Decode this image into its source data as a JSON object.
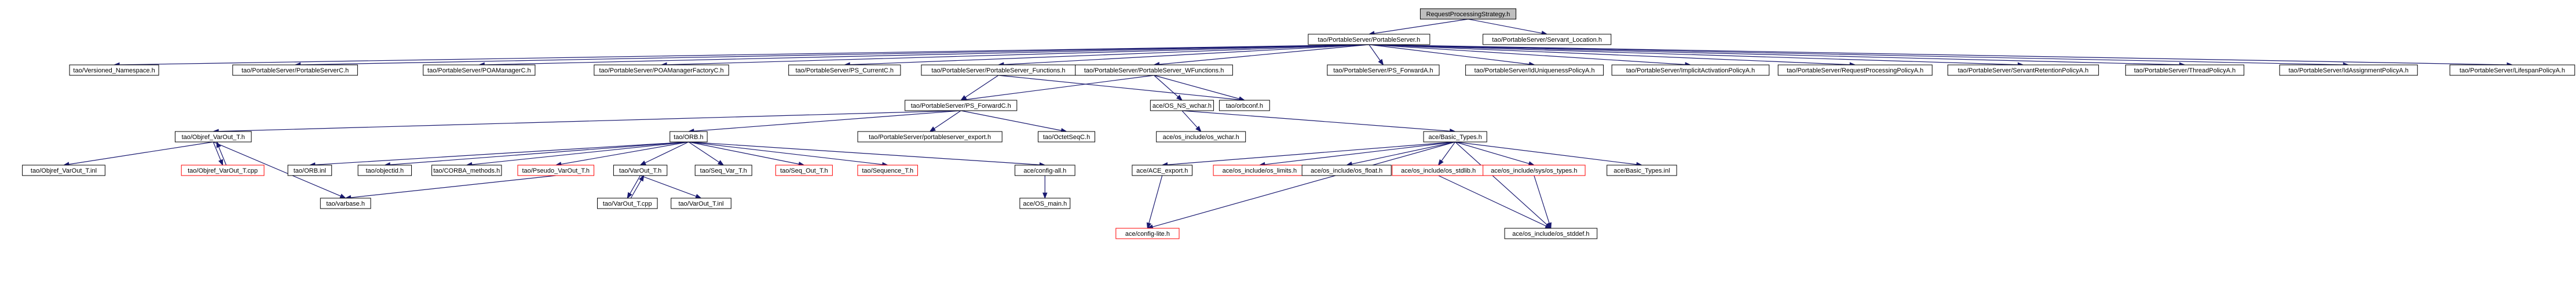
{
  "diagram": {
    "type": "include-dependency-graph",
    "colors": {
      "edge": "#191970",
      "root_fill": "#bfbfbf",
      "node_fill": "#ffffff",
      "node_border": "#000000",
      "missing_border": "#ff0000"
    },
    "nodes": [
      {
        "id": "rps",
        "label": "RequestProcessingStrategy.h",
        "kind": "root"
      },
      {
        "id": "ps",
        "label": "tao/PortableServer/PortableServer.h",
        "kind": "normal"
      },
      {
        "id": "sloc",
        "label": "tao/PortableServer/Servant_Location.h",
        "kind": "normal"
      },
      {
        "id": "vns",
        "label": "tao/Versioned_Namespace.h",
        "kind": "normal"
      },
      {
        "id": "psc",
        "label": "tao/PortableServer/PortableServerC.h",
        "kind": "normal"
      },
      {
        "id": "poam",
        "label": "tao/PortableServer/POAManagerC.h",
        "kind": "normal"
      },
      {
        "id": "poamf",
        "label": "tao/PortableServer/POAManagerFactoryC.h",
        "kind": "normal"
      },
      {
        "id": "pscur",
        "label": "tao/PortableServer/PS_CurrentC.h",
        "kind": "normal"
      },
      {
        "id": "psfun",
        "label": "tao/PortableServer/PortableServer_Functions.h",
        "kind": "normal"
      },
      {
        "id": "pswfun",
        "label": "tao/PortableServer/PortableServer_WFunctions.h",
        "kind": "normal"
      },
      {
        "id": "psfwdA",
        "label": "tao/PortableServer/PS_ForwardA.h",
        "kind": "normal"
      },
      {
        "id": "iduniq",
        "label": "tao/PortableServer/IdUniquenessPolicyA.h",
        "kind": "normal"
      },
      {
        "id": "implact",
        "label": "tao/PortableServer/ImplicitActivationPolicyA.h",
        "kind": "normal"
      },
      {
        "id": "reqproc",
        "label": "tao/PortableServer/RequestProcessingPolicyA.h",
        "kind": "normal"
      },
      {
        "id": "servret",
        "label": "tao/PortableServer/ServantRetentionPolicyA.h",
        "kind": "normal"
      },
      {
        "id": "thread",
        "label": "tao/PortableServer/ThreadPolicyA.h",
        "kind": "normal"
      },
      {
        "id": "idassign",
        "label": "tao/PortableServer/IdAssignmentPolicyA.h",
        "kind": "normal"
      },
      {
        "id": "lifespan",
        "label": "tao/PortableServer/LifespanPolicyA.h",
        "kind": "normal"
      },
      {
        "id": "psfwdC",
        "label": "tao/PortableServer/PS_ForwardC.h",
        "kind": "normal"
      },
      {
        "id": "acens",
        "label": "ace/OS_NS_wchar.h",
        "kind": "normal"
      },
      {
        "id": "orbconf",
        "label": "tao/orbconf.h",
        "kind": "normal"
      },
      {
        "id": "objvar",
        "label": "tao/Objref_VarOut_T.h",
        "kind": "normal"
      },
      {
        "id": "orb",
        "label": "tao/ORB.h",
        "kind": "normal"
      },
      {
        "id": "psexport",
        "label": "tao/PortableServer/portableserver_export.h",
        "kind": "normal"
      },
      {
        "id": "octet",
        "label": "tao/OctetSeqC.h",
        "kind": "normal"
      },
      {
        "id": "oswchar",
        "label": "ace/os_include/os_wchar.h",
        "kind": "normal"
      },
      {
        "id": "basic",
        "label": "ace/Basic_Types.h",
        "kind": "normal"
      },
      {
        "id": "objvarinl",
        "label": "tao/Objref_VarOut_T.inl",
        "kind": "normal"
      },
      {
        "id": "objvarcpp",
        "label": "tao/Objref_VarOut_T.cpp",
        "kind": "missing"
      },
      {
        "id": "orbinl",
        "label": "tao/ORB.inl",
        "kind": "normal"
      },
      {
        "id": "objid",
        "label": "tao/objectid.h",
        "kind": "normal"
      },
      {
        "id": "corbam",
        "label": "tao/CORBA_methods.h",
        "kind": "normal"
      },
      {
        "id": "pseudo",
        "label": "tao/Pseudo_VarOut_T.h",
        "kind": "missing"
      },
      {
        "id": "varout",
        "label": "tao/VarOut_T.h",
        "kind": "normal"
      },
      {
        "id": "seqvar",
        "label": "tao/Seq_Var_T.h",
        "kind": "normal"
      },
      {
        "id": "seqout",
        "label": "tao/Seq_Out_T.h",
        "kind": "missing"
      },
      {
        "id": "sequence",
        "label": "tao/Sequence_T.h",
        "kind": "missing"
      },
      {
        "id": "configall",
        "label": "ace/config-all.h",
        "kind": "normal"
      },
      {
        "id": "acexp",
        "label": "ace/ACE_export.h",
        "kind": "normal"
      },
      {
        "id": "oslimits",
        "label": "ace/os_include/os_limits.h",
        "kind": "missing"
      },
      {
        "id": "osfloat",
        "label": "ace/os_include/os_float.h",
        "kind": "normal"
      },
      {
        "id": "osstdlib",
        "label": "ace/os_include/os_stdlib.h",
        "kind": "missing"
      },
      {
        "id": "ostypes",
        "label": "ace/os_include/sys/os_types.h",
        "kind": "missing"
      },
      {
        "id": "basicinl",
        "label": "ace/Basic_Types.inl",
        "kind": "normal"
      },
      {
        "id": "varbase",
        "label": "tao/varbase.h",
        "kind": "normal"
      },
      {
        "id": "varoutcpp",
        "label": "tao/VarOut_T.cpp",
        "kind": "normal"
      },
      {
        "id": "varoutinl",
        "label": "tao/VarOut_T.inl",
        "kind": "normal"
      },
      {
        "id": "osmain",
        "label": "ace/OS_main.h",
        "kind": "normal"
      },
      {
        "id": "config",
        "label": "ace/config-lite.h",
        "kind": "missing"
      },
      {
        "id": "osstddef",
        "label": "ace/os_include/os_stddef.h",
        "kind": "normal"
      }
    ],
    "edges": [
      [
        "rps",
        "ps"
      ],
      [
        "rps",
        "sloc"
      ],
      [
        "ps",
        "vns"
      ],
      [
        "ps",
        "psc"
      ],
      [
        "ps",
        "poam"
      ],
      [
        "ps",
        "poamf"
      ],
      [
        "ps",
        "pscur"
      ],
      [
        "ps",
        "psfun"
      ],
      [
        "ps",
        "pswfun"
      ],
      [
        "ps",
        "psfwdA"
      ],
      [
        "ps",
        "iduniq"
      ],
      [
        "ps",
        "implact"
      ],
      [
        "ps",
        "reqproc"
      ],
      [
        "ps",
        "servret"
      ],
      [
        "ps",
        "thread"
      ],
      [
        "ps",
        "idassign"
      ],
      [
        "ps",
        "lifespan"
      ],
      [
        "psfun",
        "psfwdC"
      ],
      [
        "psfun",
        "orbconf"
      ],
      [
        "pswfun",
        "psfwdC"
      ],
      [
        "pswfun",
        "acens"
      ],
      [
        "pswfun",
        "orbconf"
      ],
      [
        "psfwdC",
        "objvar"
      ],
      [
        "psfwdC",
        "orb"
      ],
      [
        "psfwdC",
        "psexport"
      ],
      [
        "psfwdC",
        "octet"
      ],
      [
        "acens",
        "oswchar"
      ],
      [
        "acens",
        "basic"
      ],
      [
        "objvar",
        "objvarinl"
      ],
      [
        "objvar",
        "objvarcpp"
      ],
      [
        "objvar",
        "varbase"
      ],
      [
        "objvarcpp",
        "objvar"
      ],
      [
        "orb",
        "orbinl"
      ],
      [
        "orb",
        "objid"
      ],
      [
        "orb",
        "corbam"
      ],
      [
        "orb",
        "pseudo"
      ],
      [
        "orb",
        "varout"
      ],
      [
        "orb",
        "seqvar"
      ],
      [
        "orb",
        "seqout"
      ],
      [
        "orb",
        "sequence"
      ],
      [
        "orb",
        "configall"
      ],
      [
        "pseudo",
        "varbase"
      ],
      [
        "varout",
        "varoutcpp"
      ],
      [
        "varout",
        "varoutinl"
      ],
      [
        "varoutcpp",
        "varout"
      ],
      [
        "configall",
        "osmain"
      ],
      [
        "basic",
        "acexp"
      ],
      [
        "basic",
        "oslimits"
      ],
      [
        "basic",
        "osfloat"
      ],
      [
        "basic",
        "osstdlib"
      ],
      [
        "basic",
        "ostypes"
      ],
      [
        "basic",
        "basicinl"
      ],
      [
        "basic",
        "config"
      ],
      [
        "basic",
        "osstddef"
      ],
      [
        "acexp",
        "config"
      ],
      [
        "osstdlib",
        "osstddef"
      ],
      [
        "ostypes",
        "osstddef"
      ]
    ]
  }
}
